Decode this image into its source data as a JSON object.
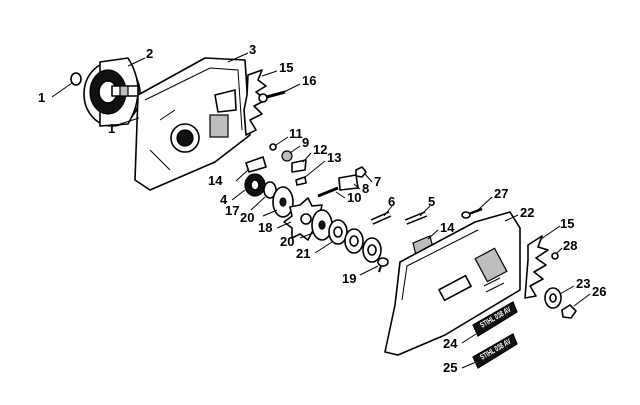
{
  "decal_text": "STIHL 038 AV",
  "callouts": [
    {
      "id": "c1a",
      "text": "1"
    },
    {
      "id": "c1b",
      "text": "1"
    },
    {
      "id": "c2",
      "text": "2"
    },
    {
      "id": "c3",
      "text": "3"
    },
    {
      "id": "c15a",
      "text": "15"
    },
    {
      "id": "c16",
      "text": "16"
    },
    {
      "id": "c11",
      "text": "11"
    },
    {
      "id": "c9",
      "text": "9"
    },
    {
      "id": "c12",
      "text": "12"
    },
    {
      "id": "c13",
      "text": "13"
    },
    {
      "id": "c14a",
      "text": "14"
    },
    {
      "id": "c7",
      "text": "7"
    },
    {
      "id": "c4",
      "text": "4"
    },
    {
      "id": "c8",
      "text": "8"
    },
    {
      "id": "c17",
      "text": "17"
    },
    {
      "id": "c10",
      "text": "10"
    },
    {
      "id": "c20a",
      "text": "20"
    },
    {
      "id": "c6",
      "text": "6"
    },
    {
      "id": "c5",
      "text": "5"
    },
    {
      "id": "c27",
      "text": "27"
    },
    {
      "id": "c18",
      "text": "18"
    },
    {
      "id": "c22",
      "text": "22"
    },
    {
      "id": "c20b",
      "text": "20"
    },
    {
      "id": "c14b",
      "text": "14"
    },
    {
      "id": "c15b",
      "text": "15"
    },
    {
      "id": "c21",
      "text": "21"
    },
    {
      "id": "c28",
      "text": "28"
    },
    {
      "id": "c19",
      "text": "19"
    },
    {
      "id": "c23",
      "text": "23"
    },
    {
      "id": "c26",
      "text": "26"
    },
    {
      "id": "c24",
      "text": "24"
    },
    {
      "id": "c25",
      "text": "25"
    }
  ]
}
